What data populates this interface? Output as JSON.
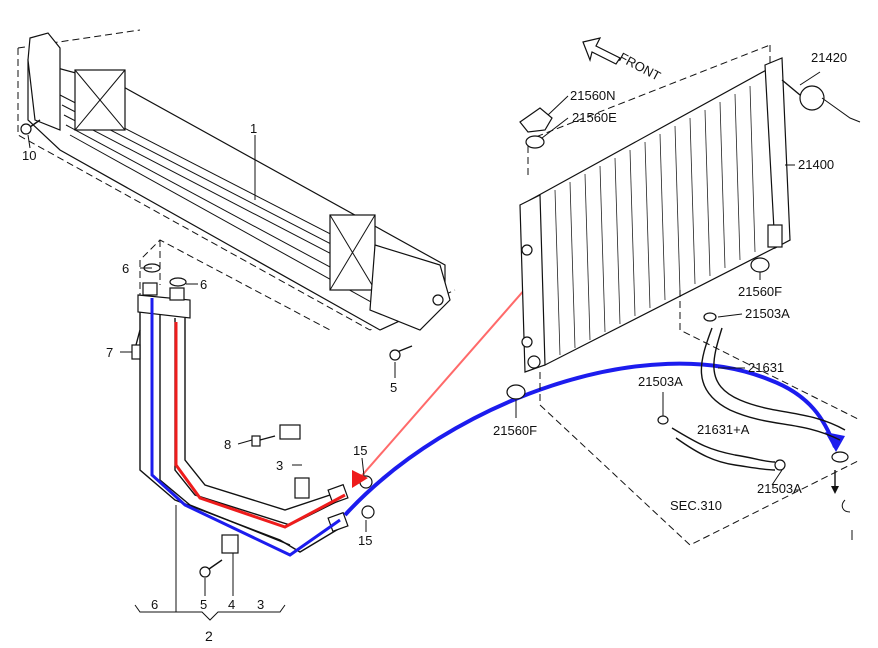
{
  "colors": {
    "red_line": "#ee1c1c",
    "red_arrow": "#ff6a6a",
    "blue_line": "#1c1cee",
    "ink": "#111111"
  },
  "labels": {
    "front": "FRONT",
    "p1": "1",
    "p10": "10",
    "p6a": "6",
    "p6b": "6",
    "p7": "7",
    "p8": "8",
    "p3": "3",
    "p5": "5",
    "p15a": "15",
    "p15b": "15",
    "p6c": "6",
    "p5b": "5",
    "p4": "4",
    "p3b": "3",
    "p2": "2",
    "n21560N": "21560N",
    "n21560E": "21560E",
    "n21420": "21420",
    "n21400": "21400",
    "n21560F_a": "21560F",
    "n21503A_a": "21503A",
    "n21631": "21631",
    "n21503A_b": "21503A",
    "n21560F_b": "21560F",
    "n21631A": "21631+A",
    "n21503A_c": "21503A",
    "sec": "SEC.310"
  }
}
